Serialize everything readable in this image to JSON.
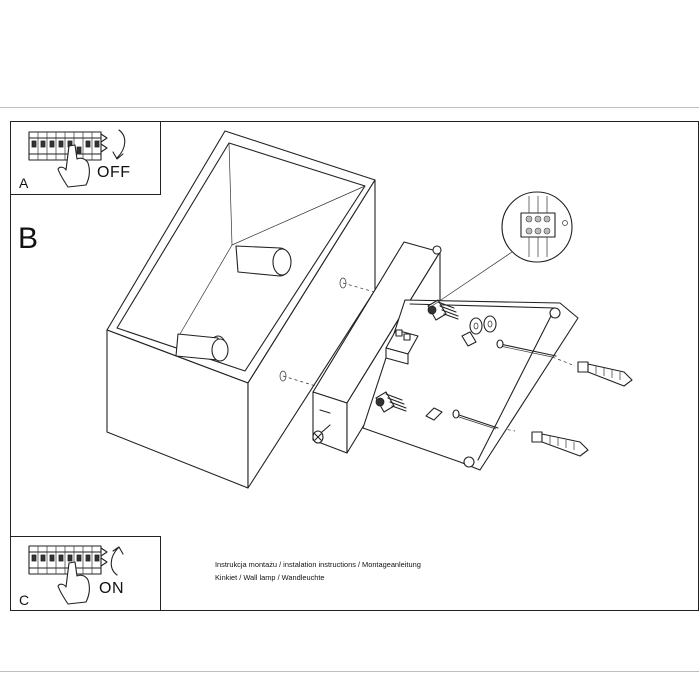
{
  "panels": {
    "a": {
      "letter": "A",
      "switch_label": "OFF"
    },
    "b": {
      "letter": "B"
    },
    "c": {
      "letter": "C",
      "switch_label": "ON"
    }
  },
  "caption": {
    "line1": "Instrukcja montażu / instalation instructions / Montageanleitung",
    "line2": "Kinkiet / Wall lamp / Wandleuchte"
  }
}
